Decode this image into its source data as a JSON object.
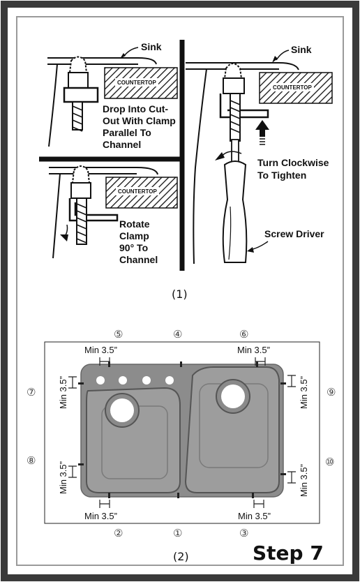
{
  "upper": {
    "sink_label_left": "Sink",
    "sink_label_right": "Sink",
    "countertop_labels": [
      "COUNTERTOP",
      "COUNTERTOP",
      "COUNTERTOP"
    ],
    "drop_into": [
      "Drop Into Cut-",
      "Out With Clamp",
      "Parallel To",
      "Channel"
    ],
    "rotate_clamp": [
      "Rotate",
      "Clamp",
      "90° To",
      "Channel"
    ],
    "turn_clockwise": [
      "Turn Clockwise",
      "To Tighten"
    ],
    "screw_driver": "Screw Driver",
    "caption": "(1)"
  },
  "lower": {
    "clip_numbers": [
      "①",
      "②",
      "③",
      "④",
      "⑤",
      "⑥",
      "⑦",
      "⑧",
      "⑨",
      "⑩"
    ],
    "min_labels": [
      "Min 3.5”",
      "Min 3.5”",
      "Min 3.5”",
      "Min 3.5”",
      "Min 3.5”",
      "Min 3.5”",
      "Min 3.5”",
      "Min 3.5”"
    ],
    "caption": "(2)"
  },
  "step": "Step 7"
}
